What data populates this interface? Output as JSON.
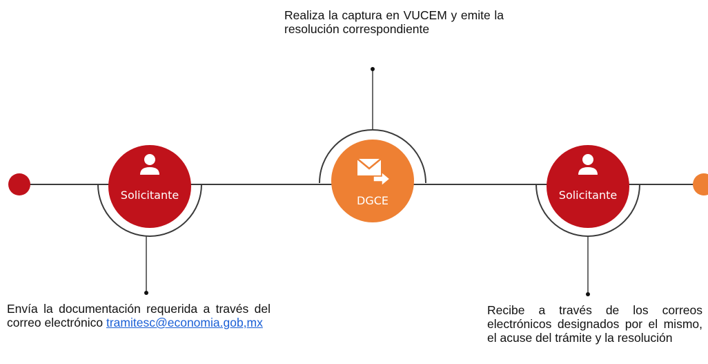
{
  "nodes": [
    {
      "label": "Solicitante",
      "icon": "person-icon",
      "color": "#c0121b"
    },
    {
      "label": "DGCE",
      "icon": "email-forward-icon",
      "color": "#ee8033"
    },
    {
      "label": "Solicitante",
      "icon": "person-icon",
      "color": "#c0121b"
    }
  ],
  "steps": [
    {
      "text": "Envía la documentación requerida a través del correo electrónico",
      "email": "tramitesc@economia.gob,mx"
    },
    {
      "text": "Realiza la captura en VUCEM y emite la resolución correspondiente"
    },
    {
      "text": "Recibe a través de los correos electrónicos designados por el mismo, el acuse del trámite y la resolución"
    }
  ],
  "colors": {
    "red": "#c0121b",
    "orange": "#ee8033",
    "line": "#3a3a3a"
  }
}
